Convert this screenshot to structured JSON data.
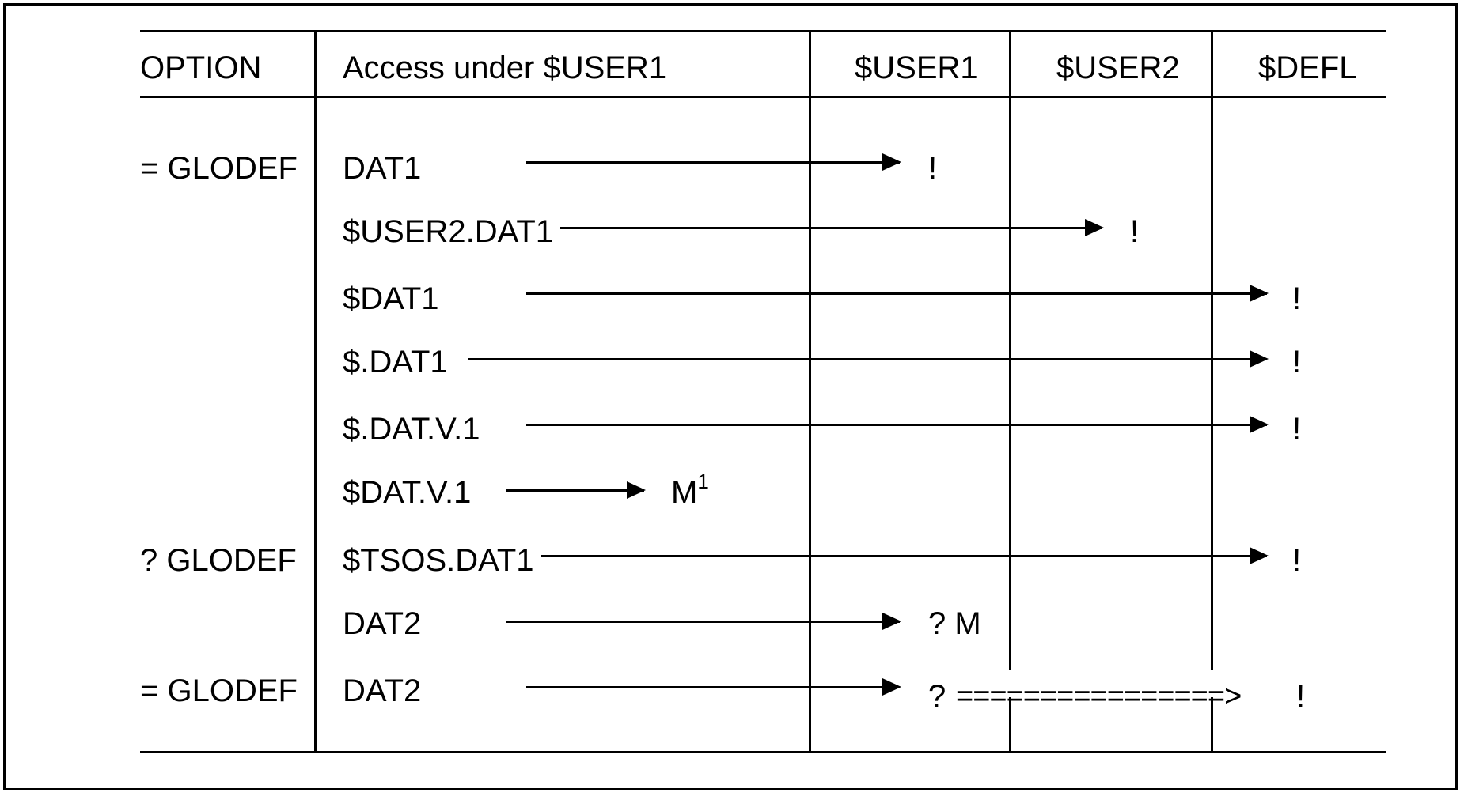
{
  "headers": {
    "option": "OPTION",
    "access": "Access under $USER1",
    "user1": "$USER1",
    "user2": "$USER2",
    "defl": "$DEFL"
  },
  "options": {
    "row1": "= GLODEF",
    "row7": "? GLODEF",
    "row9": "= GLODEF"
  },
  "accesses": [
    "DAT1",
    "$USER2.DAT1",
    "$DAT1",
    "$.DAT1",
    "$.DAT.V.1",
    "$DAT.V.1",
    "$TSOS.DAT1",
    "DAT2",
    "DAT2"
  ],
  "results": {
    "r1": "!",
    "r2": "!",
    "r3": "!",
    "r4": "!",
    "r5": "!",
    "r6": "M",
    "r6_sup": "1",
    "r7": "!",
    "r8": "? M",
    "r9_prefix": "?",
    "r9_equals": "================>",
    "r9_end": "!"
  }
}
